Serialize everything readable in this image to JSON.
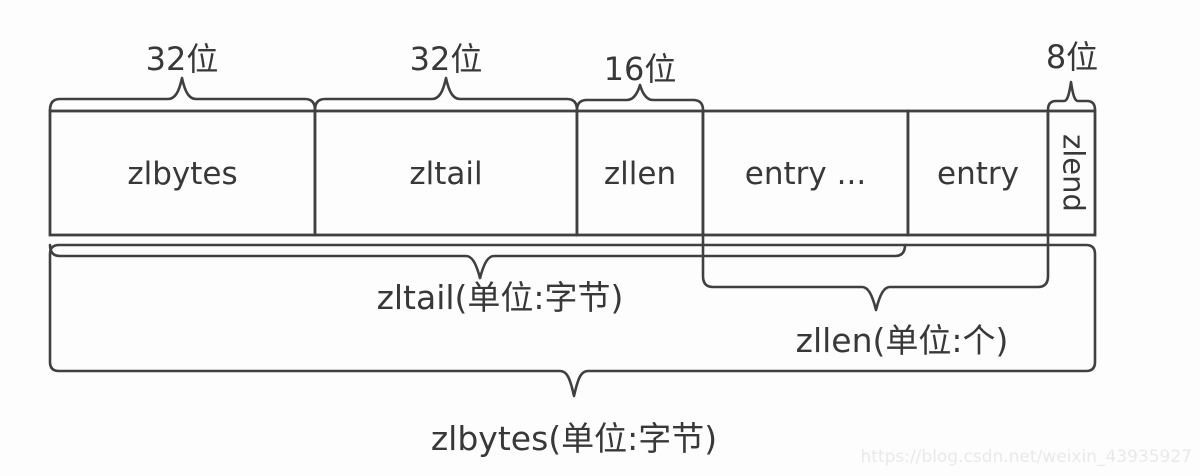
{
  "diagram_type": "ziplist-memory-layout",
  "fields": [
    {
      "label": "zlbytes"
    },
    {
      "label": "zltail"
    },
    {
      "label": "zllen"
    },
    {
      "label": "entry ..."
    },
    {
      "label": "entry"
    },
    {
      "label": "zlend"
    }
  ],
  "bit_width_labels": [
    {
      "text": "32位",
      "applies_to": "zlbytes"
    },
    {
      "text": "32位",
      "applies_to": "zltail"
    },
    {
      "text": "16位",
      "applies_to": "zllen"
    },
    {
      "text": "8位",
      "applies_to": "zlend"
    }
  ],
  "range_annotations": [
    {
      "text": "zltail(单位:字节)",
      "spans": "zlbytes..entry ..."
    },
    {
      "text": "zllen(单位:个)",
      "spans": "entry ...,entry"
    },
    {
      "text": "zlbytes(单位:字节)",
      "spans": "whole ziplist"
    }
  ],
  "watermark": {
    "url_text": "https://blog.csdn.net/weixin_43935927"
  },
  "colors": {
    "background": "#fdfdfd",
    "line": "#404040",
    "text": "#383838",
    "watermark": "#e9e9e9"
  }
}
